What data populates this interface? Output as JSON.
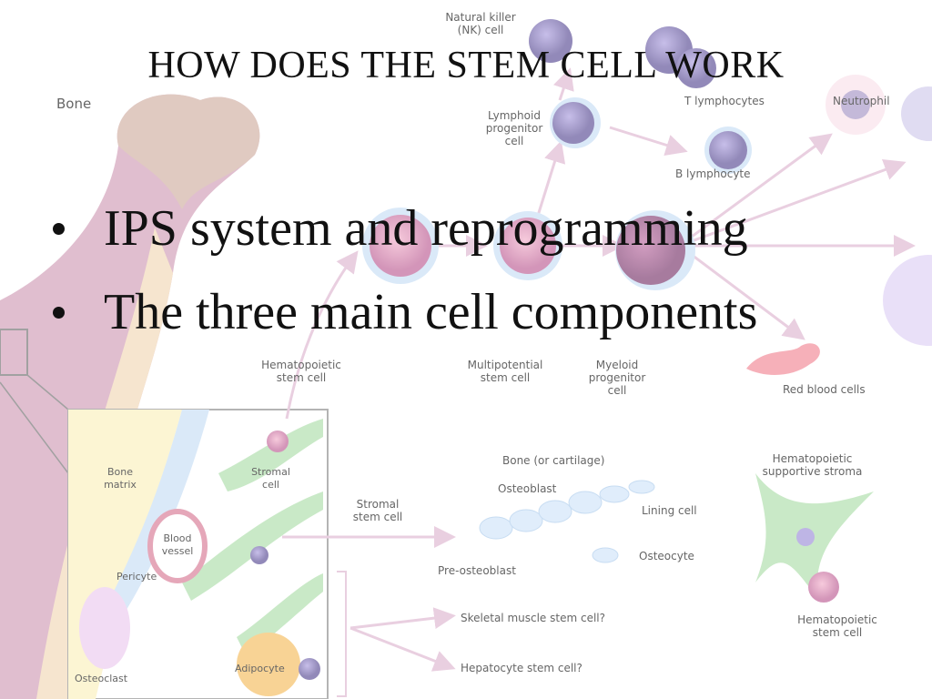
{
  "slide": {
    "title": "HOW DOES THE STEM CELL WORK",
    "bullets": [
      "IPS system and reprogramming",
      "The three main cell components"
    ]
  },
  "diagram_labels": {
    "bone": "Bone",
    "nk_cell": "Natural killer\n(NK) cell",
    "neutrophil": "Neutrophil",
    "t_lymphocytes": "T lymphocytes",
    "lymphoid_progenitor": "Lymphoid\nprogenitor\ncell",
    "b_lymphocyte": "B lymphocyte",
    "hematopoietic_stem_cell": "Hematopoietic\nstem cell",
    "multipotential_stem_cell": "Multipotential\nstem cell",
    "myeloid_progenitor": "Myeloid\nprogenitor\ncell",
    "red_blood_cells": "Red blood cells",
    "bone_matrix": "Bone\nmatrix",
    "stromal_cell": "Stromal\ncell",
    "blood_vessel": "Blood\nvessel",
    "pericyte": "Pericyte",
    "osteoclast": "Osteoclast",
    "adipocyte": "Adipocyte",
    "stromal_stem_cell": "Stromal\nstem cell",
    "bone_or_cartilage": "Bone (or cartilage)",
    "osteoblast": "Osteoblast",
    "lining_cell": "Lining cell",
    "osteocyte": "Osteocyte",
    "pre_osteoblast": "Pre-osteoblast",
    "skeletal_muscle": "Skeletal muscle stem cell?",
    "hepatocyte": "Hepatocyte stem cell?",
    "supportive_stroma": "Hematopoietic\nsupportive stroma",
    "hematopoietic_stem_cell_2": "Hematopoietic\nstem cell"
  }
}
